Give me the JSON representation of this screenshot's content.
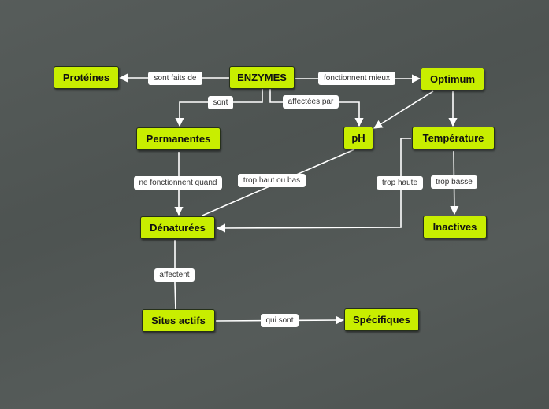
{
  "nodes": {
    "enzymes": "ENZYMES",
    "proteines": "Protéines",
    "optimum": "Optimum",
    "permanentes": "Permanentes",
    "ph": "pH",
    "temperature": "Température",
    "denaturees": "Dénaturées",
    "inactives": "Inactives",
    "sites_actifs": "Sites actifs",
    "specifiques": "Spécifiques"
  },
  "links": {
    "sont_faits_de": "sont faits de",
    "fonctionnent_mieux": "fonctionnent mieux",
    "sont": "sont",
    "affectees_par": "affectées par",
    "ne_fonctionnent_quand": "ne fonctionnent quand",
    "trop_haut_ou_bas": "trop haut ou bas",
    "trop_haute": "trop haute",
    "trop_basse": "trop basse",
    "affectent": "affectent",
    "qui_sont": "qui sont"
  },
  "colors": {
    "background": "#505654",
    "node_fill": "#c8ee00",
    "connector": "#ffffff"
  }
}
